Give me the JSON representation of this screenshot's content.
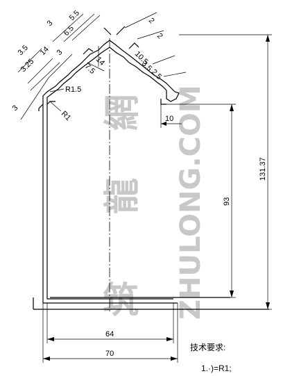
{
  "dimensions": {
    "d5_5": "5.5",
    "d3_top": "3",
    "d6_5": "6.5",
    "d2_top": "2",
    "d2_right": "2",
    "d3_5_left": "3.5",
    "d14_left": "14",
    "d3_left": "3",
    "d14_center": "14",
    "d10_5": "10.5",
    "d3_25": "3.25",
    "d7_5": "7.5",
    "d3_5_right": "3.5",
    "d2_5_right": "2.5",
    "r1_5": "R1.5",
    "r1": "R1",
    "d3_small": "3",
    "d10": "10",
    "d93": "93",
    "d131_37": "131.37",
    "d64": "64",
    "d70": "70"
  },
  "notes": {
    "title": "技术要求:",
    "item1": "1.·)=R1;"
  },
  "watermark": {
    "site": "ZHULONG.COM",
    "chars": [
      "筑",
      "龍",
      "網"
    ]
  }
}
